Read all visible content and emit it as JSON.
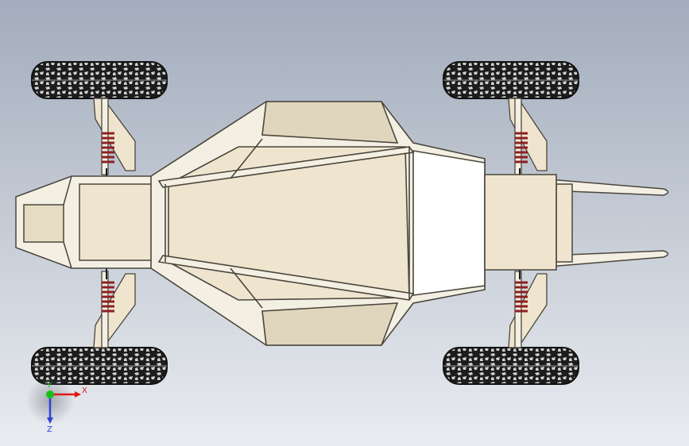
{
  "viewport": {
    "background_top": "#a2acbc",
    "background_bottom": "#e9ecf0"
  },
  "colors": {
    "frame_tube": "#f3efe3",
    "frame_edge": "#4a463c",
    "floor_panel": "#efe5cf",
    "floor_shadow": "#cfc5ad",
    "side_panel": "#ffffff",
    "tire_dark": "#1d1d1d",
    "tire_light": "#cfcfcf",
    "spring_red": "#8e2020",
    "axis_x": "#e01818",
    "axis_y": "#18c018",
    "axis_z": "#2f3fd8"
  },
  "triad": {
    "x_label": "X",
    "y_label": "Y",
    "z_label": "Z"
  }
}
